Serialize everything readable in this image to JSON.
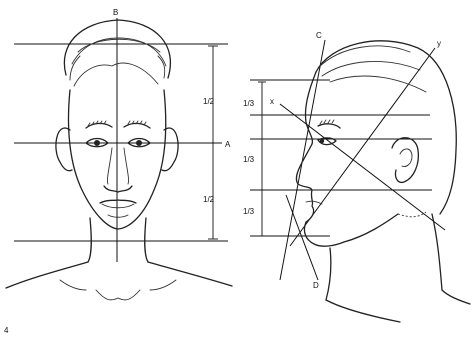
{
  "labels": {
    "B": "B",
    "A": "A",
    "C": "C",
    "D": "D",
    "x": "x",
    "y": "y",
    "half_top": "1/2",
    "half_bottom": "1/2",
    "third_1": "1/3",
    "third_2": "1/3",
    "third_3": "1/3",
    "corner": "4"
  }
}
